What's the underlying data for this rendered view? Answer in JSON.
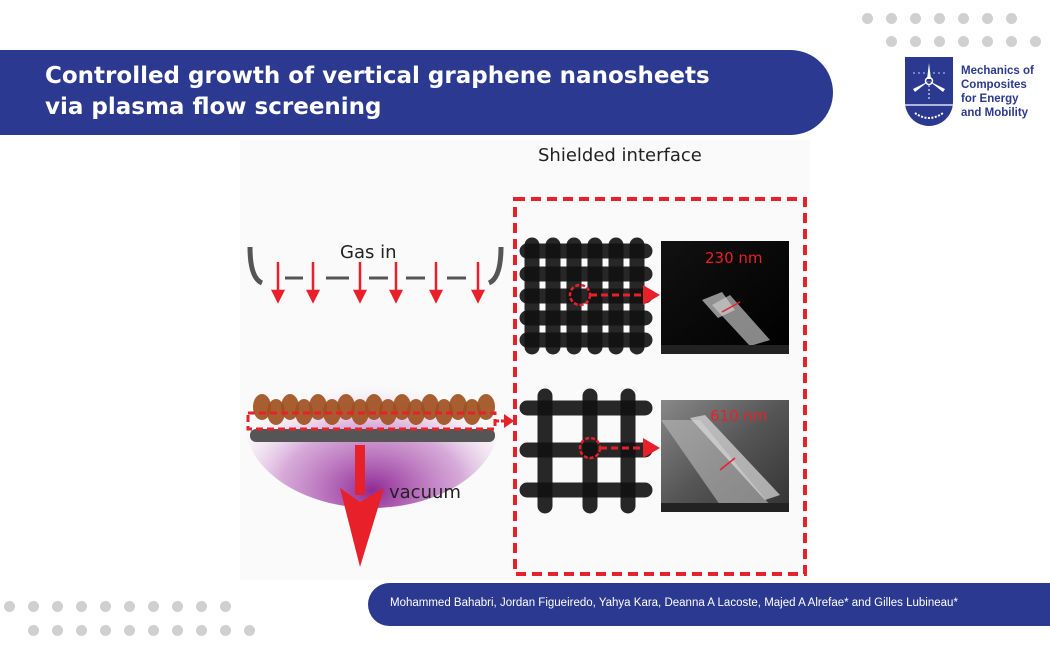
{
  "header": {
    "title_line1": "Controlled growth of vertical graphene nanosheets",
    "title_line2": "via plasma flow screening"
  },
  "logo": {
    "line1": "Mechanics of",
    "line2": "Composites",
    "line3": "for Energy",
    "line4": "and Mobility"
  },
  "figure": {
    "shielded_label": "Shielded interface",
    "gas_label": "Gas in",
    "vacuum_label": "vacuum",
    "sem_top_label": "230 nm",
    "sem_bottom_label": "610 nm"
  },
  "footer": {
    "authors": "Mohammed Bahabri, Jordan Figueiredo, Yahya Kara, Deanna A Lacoste, Majed A Alrefae* and Gilles Lubineau*"
  },
  "colors": {
    "brand": "#2b3990",
    "accent": "#e8202a"
  }
}
